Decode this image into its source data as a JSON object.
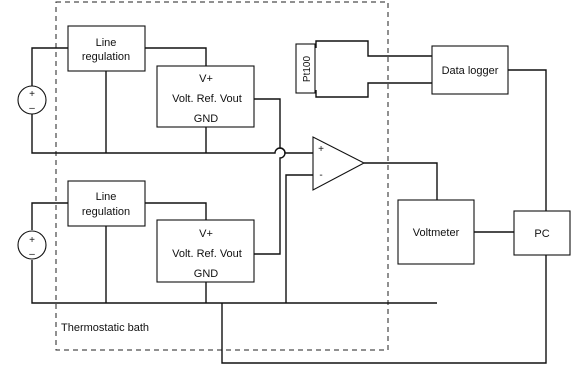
{
  "blocks": {
    "line_regulation_top": [
      "Line",
      "regulation"
    ],
    "line_regulation_bottom": [
      "Line",
      "regulation"
    ],
    "vref_top": {
      "vplus": "V+",
      "main": "Volt. Ref. Vout",
      "gnd": "GND"
    },
    "vref_bottom": {
      "vplus": "V+",
      "main": "Volt. Ref. Vout",
      "gnd": "GND"
    },
    "pt100": "Pt100",
    "data_logger": "Data logger",
    "voltmeter": "Voltmeter",
    "pc": "PC"
  },
  "bath_label": "Thermostatic bath",
  "opamp": {
    "plus": "+",
    "minus": "-"
  },
  "source_signs": {
    "plus": "+",
    "minus": "–"
  }
}
